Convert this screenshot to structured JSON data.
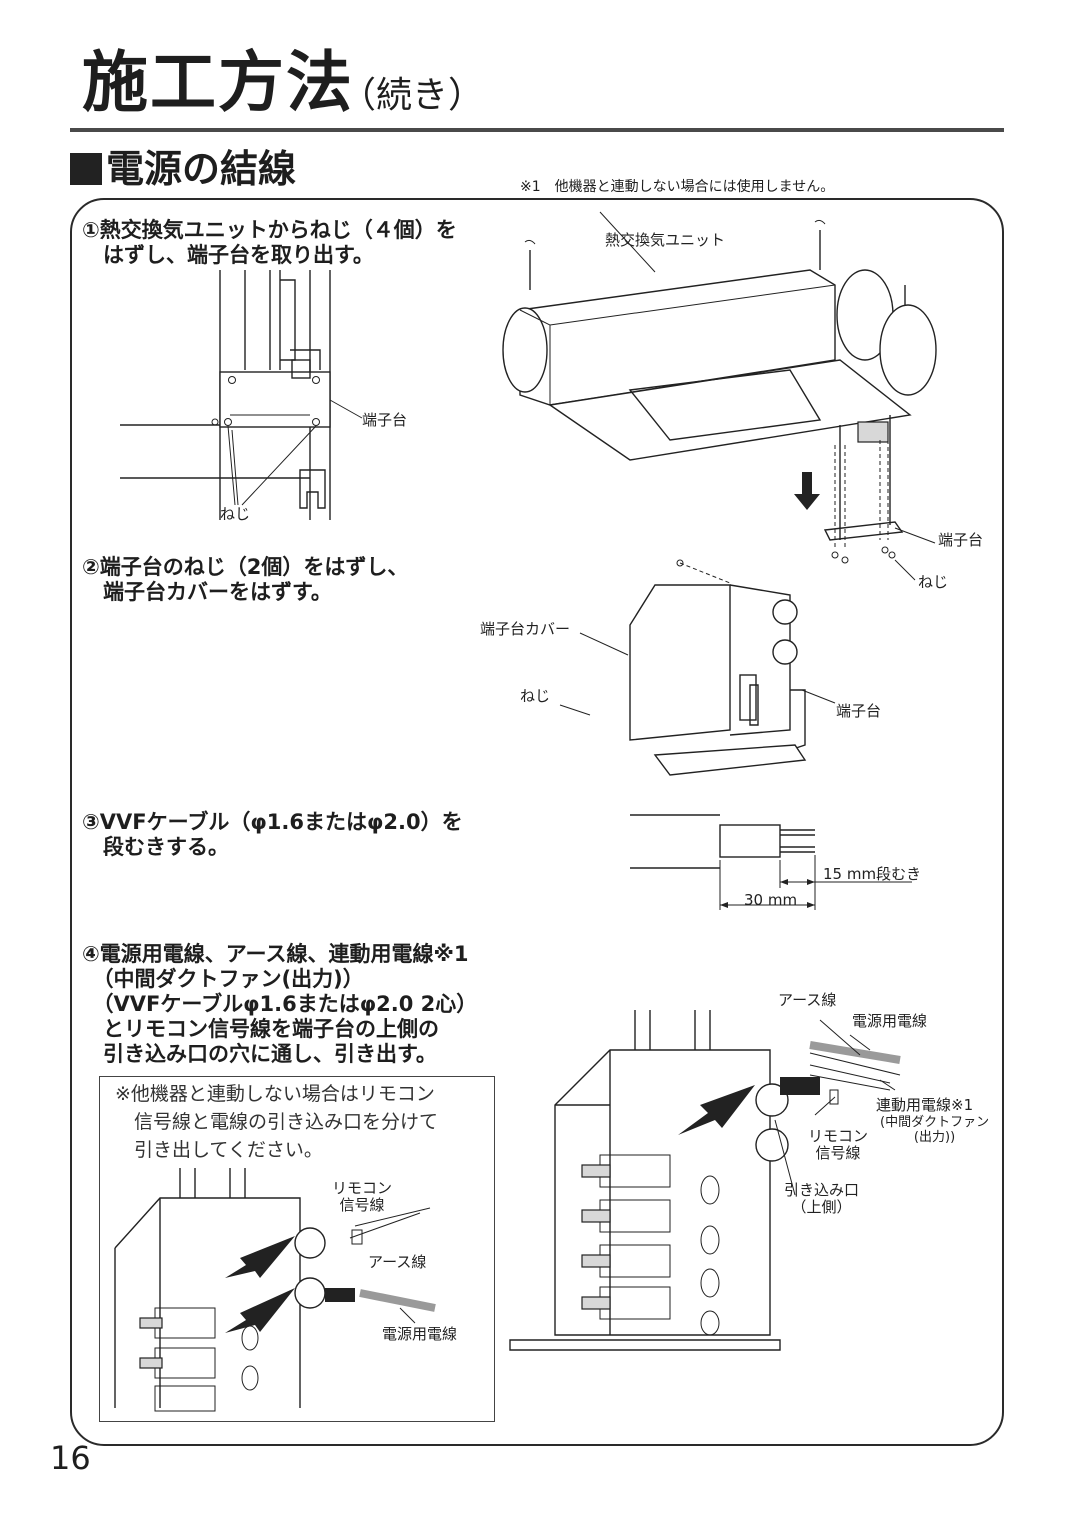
{
  "page": {
    "title": "施工方法",
    "title_suffix": "（続き）",
    "page_number": "16"
  },
  "section": {
    "heading": "電源の結線",
    "footnote": "※1　他機器と連動しない場合には使用しません。"
  },
  "steps": [
    {
      "text": "①熱交換気ユニットからねじ（４個）を\n　はずし、端子台を取り出す。"
    },
    {
      "text": "②端子台のねじ（2個）をはずし、\n　端子台カバーをはずす。"
    },
    {
      "text": "③VVFケーブル（φ1.6またはφ2.0）を\n　段むきする。"
    },
    {
      "text": "④電源用電線、アース線、連動用電線※1\n　（中間ダクトファン(出力)）\n　（VVFケーブルφ1.6またはφ2.0 2心）\n　とリモコン信号線を端子台の上側の\n　引き込み口の穴に通し、引き出す。"
    }
  ],
  "note_box": {
    "text": "※他機器と連動しない場合はリモコン\n　信号線と電線の引き込み口を分けて\n　引き出してください。"
  },
  "labels": {
    "terminal_block": "端子台",
    "screw": "ねじ",
    "unit": "熱交換気ユニット",
    "terminal_cover": "端子台カバー",
    "strip_15": "15 mm段むき",
    "strip_30": "30 mm",
    "earth_wire": "アース線",
    "power_wire": "電源用電線",
    "link_wire": "連動用電線※1",
    "link_wire_sub": "(中間ダクトファン\n(出力))",
    "remote_signal": "リモコン\n信号線",
    "inlet": "引き込み口\n（上側）"
  },
  "colors": {
    "ink": "#1e1e1e",
    "rule": "#4a4a4a",
    "wire_gray": "#9a9a9a",
    "panel_gray": "#d8d8d8"
  }
}
